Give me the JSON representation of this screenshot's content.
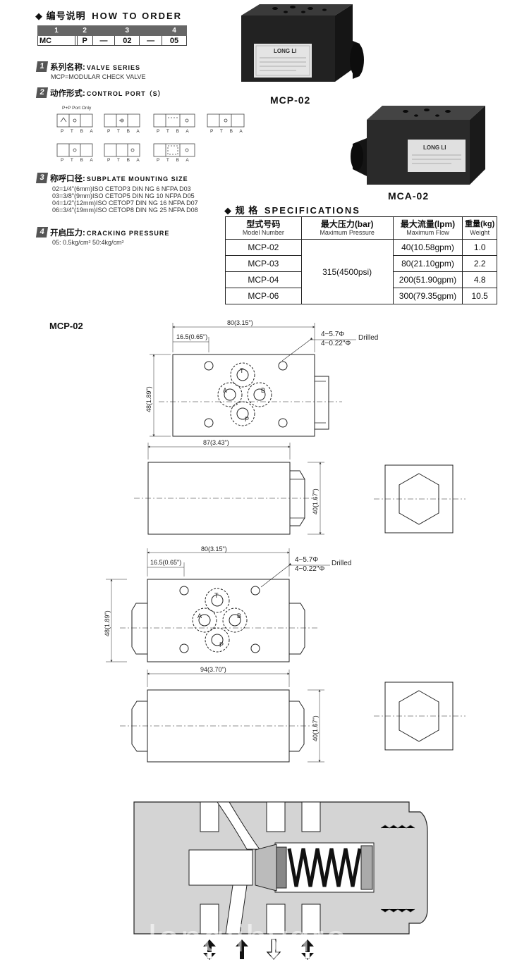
{
  "order": {
    "title_cn": "编号说明",
    "title_en": "HOW TO ORDER",
    "code_numbers": [
      "1",
      "2",
      "3",
      "4"
    ],
    "code_values": [
      "MC",
      "P",
      "—",
      "02",
      "—",
      "05"
    ]
  },
  "sections": [
    {
      "num": "1",
      "title_cn": "系列名称:",
      "title_en": "VALVE SERIES",
      "lines": [
        "MCP=MODULAR CHECK VALVE"
      ]
    },
    {
      "num": "2",
      "title_cn": "动作形式:",
      "title_en": "CONTROL PORT（S）",
      "lines": []
    },
    {
      "num": "3",
      "title_cn": "称呼口径:",
      "title_en": "SUBPLATE MOUNTING SIZE",
      "lines": [
        "02=1/4\"(6mm)ISO CETOP3 DIN NG 6 NFPA D03",
        "03=3/8\"(9mm)ISO CETOP5 DIN NG 10 NFPA D05",
        "04=1/2\"(12mm)ISO CETOP7 DIN NG 16 NFPA D07",
        "06=3/4\"(19mm)ISO CETOP8 DIN NG 25 NFPA D08"
      ]
    },
    {
      "num": "4",
      "title_cn": "开启压力:",
      "title_en": "CRACKING PRESSURE",
      "lines": [
        "05: 0.5kg/cm²   50:4kg/cm²"
      ]
    }
  ],
  "symbols": {
    "note": "P+P Port Only",
    "port_labels": [
      "P T B A",
      "P T B A",
      "P T B A",
      "P T B A",
      "P T B A",
      "P T B A",
      "P T B A"
    ]
  },
  "photos": {
    "brand": "LONG LI",
    "label_top": "MCP-02",
    "label_bottom": "MCA-02"
  },
  "specs": {
    "title_cn": "规 格",
    "title_en": "SPECIFICATIONS",
    "headers": [
      {
        "cn": "型式号码",
        "en": "Model Number"
      },
      {
        "cn": "最大压力(bar)",
        "en": "Maximum Pressure"
      },
      {
        "cn": "最大流量(lpm)",
        "en": "Maximum Flow"
      },
      {
        "cn": "重量(kg)",
        "en": "Weight"
      }
    ],
    "pressure": "315(4500psi)",
    "rows": [
      {
        "model": "MCP-02",
        "flow": "40(10.58gpm)",
        "weight": "1.0"
      },
      {
        "model": "MCP-03",
        "flow": "80(21.10gpm)",
        "weight": "2.2"
      },
      {
        "model": "MCP-04",
        "flow": "200(51.90gpm)",
        "weight": "4.8"
      },
      {
        "model": "MCP-06",
        "flow": "300(79.35gpm)",
        "weight": "10.5"
      }
    ]
  },
  "drawing": {
    "title": "MCP-02",
    "dim_80": "80(3.15\")",
    "dim_16": "16.5(0.65\")",
    "holes_a": "4−5.7Φ",
    "holes_b": "4−0.22\"Φ",
    "drilled": "Drilled",
    "dim_48": "48(1.89\")",
    "dim_87": "87(3.43\")",
    "dim_40": "40(1.67\")",
    "dim_94": "94(3.70\")",
    "port_A": "A",
    "port_B": "B",
    "port_T": "T",
    "port_P": "P"
  },
  "watermark": "longlihydro",
  "colors": {
    "dark": "#222222",
    "label_bg": "#666666",
    "cutaway": "#d4d4d4"
  }
}
